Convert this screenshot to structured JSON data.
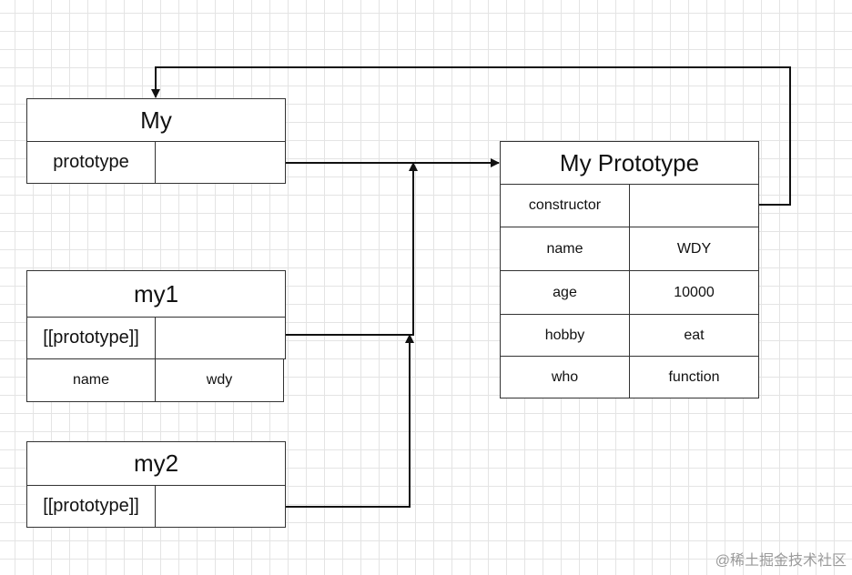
{
  "my": {
    "title": "My",
    "prototype_label": "prototype"
  },
  "my1": {
    "title": "my1",
    "proto_label": "[[prototype]]",
    "name_label": "name",
    "name_value": "wdy"
  },
  "my2": {
    "title": "my2",
    "proto_label": "[[prototype]]"
  },
  "proto": {
    "title": "My Prototype",
    "rows": [
      {
        "key": "constructor",
        "value": ""
      },
      {
        "key": "name",
        "value": "WDY"
      },
      {
        "key": "age",
        "value": "10000"
      },
      {
        "key": "hobby",
        "value": "eat"
      },
      {
        "key": "who",
        "value": "function"
      }
    ]
  },
  "watermark": "@稀土掘金技术社区",
  "colors": {
    "line": "#111111",
    "border": "#333333",
    "grid": "#e4e4e4"
  }
}
